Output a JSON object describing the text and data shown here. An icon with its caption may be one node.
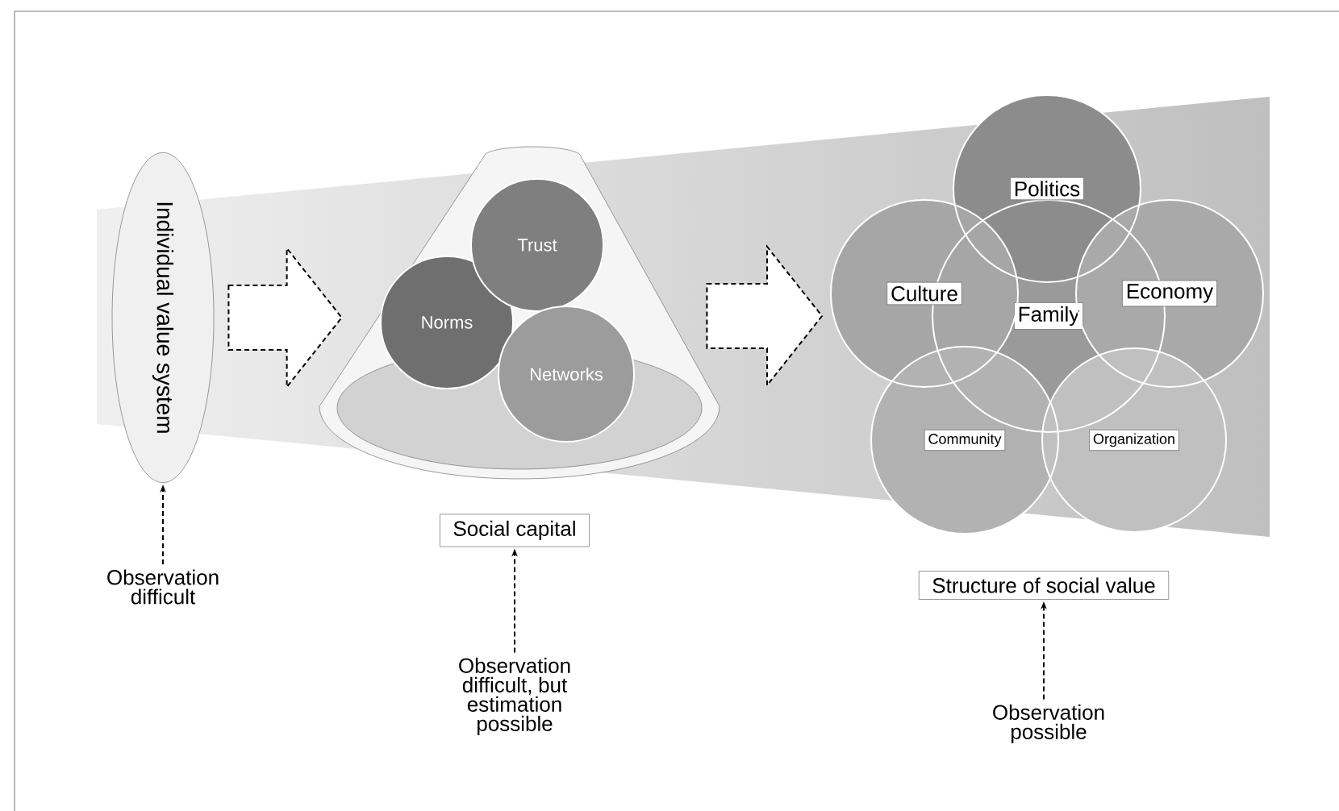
{
  "diagram": {
    "nodes": [
      {
        "text": [
          "Individual value system"
        ]
      },
      {
        "text": [],
        "shape": "cone"
      },
      {
        "text": [
          "Trust"
        ],
        "in": 1
      },
      {
        "text": [
          "Norms"
        ],
        "in": 1
      },
      {
        "text": [
          "Networks"
        ],
        "in": 1
      },
      {
        "text": [
          "Politics"
        ]
      },
      {
        "text": [
          "Culture"
        ]
      },
      {
        "text": [
          "Family"
        ]
      },
      {
        "text": [
          "Economy"
        ]
      },
      {
        "text": [
          "Community"
        ]
      },
      {
        "text": [
          "Organization"
        ]
      },
      {
        "text": [
          "Social capital"
        ]
      },
      {
        "text": [
          "Structure of social value"
        ]
      },
      {
        "text": [
          "Observation difficult"
        ]
      },
      {
        "text": [
          "Observation difficult, but estimation possible"
        ]
      },
      {
        "text": [
          "Observation possible"
        ]
      }
    ],
    "edges": [
      {
        "from": 0,
        "to": 1,
        "arrow": "to",
        "style": "dashed"
      },
      {
        "from": 1,
        "to": 6,
        "arrow": "to",
        "style": "dashed"
      },
      {
        "from": 13,
        "to": 0,
        "arrow": "to",
        "style": "dashed"
      },
      {
        "from": 14,
        "to": 11,
        "arrow": "to",
        "style": "dashed"
      },
      {
        "from": 15,
        "to": 12,
        "arrow": "to",
        "style": "dashed"
      }
    ]
  }
}
